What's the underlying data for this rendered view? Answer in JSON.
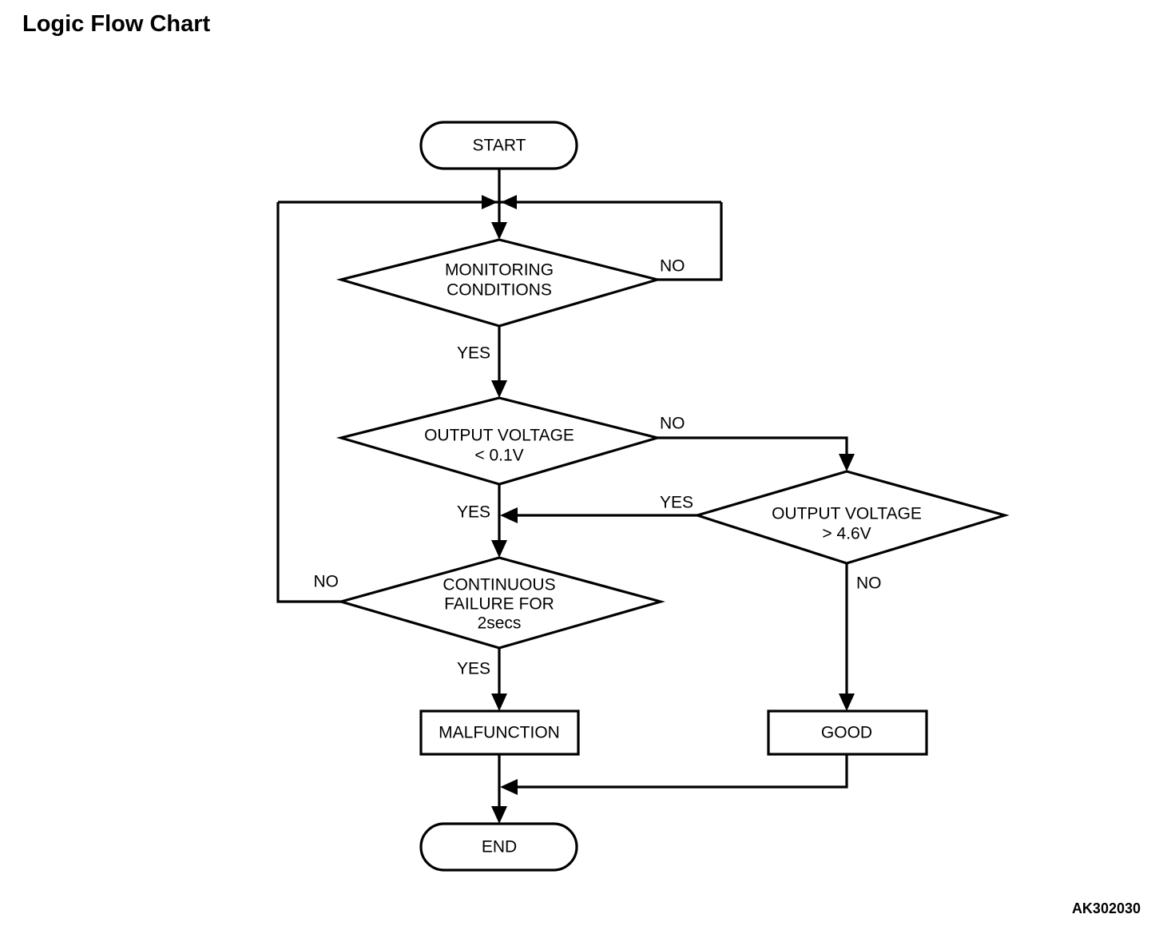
{
  "page": {
    "title": "Logic Flow Chart",
    "figure_code": "AK302030",
    "background_color": "#ffffff",
    "line_color": "#000000"
  },
  "diagram": {
    "type": "flowchart",
    "nodes": [
      {
        "id": "start",
        "shape": "terminator",
        "label": "START"
      },
      {
        "id": "monitor",
        "shape": "decision",
        "label_line1": "MONITORING",
        "label_line2": "CONDITIONS"
      },
      {
        "id": "vlow",
        "shape": "decision",
        "label_line1": "OUTPUT VOLTAGE",
        "label_line2": "< 0.1V"
      },
      {
        "id": "vhigh",
        "shape": "decision",
        "label_line1": "OUTPUT VOLTAGE",
        "label_line2": "> 4.6V"
      },
      {
        "id": "contfail",
        "shape": "decision",
        "label_line1": "CONTINUOUS",
        "label_line2": "FAILURE FOR",
        "label_line3": "2secs"
      },
      {
        "id": "malfunction",
        "shape": "process",
        "label": "MALFUNCTION"
      },
      {
        "id": "good",
        "shape": "process",
        "label": "GOOD"
      },
      {
        "id": "end",
        "shape": "terminator",
        "label": "END"
      }
    ],
    "edge_labels": {
      "monitor_no": "NO",
      "monitor_yes": "YES",
      "vlow_no": "NO",
      "vlow_yes": "YES",
      "vhigh_yes": "YES",
      "vhigh_no": "NO",
      "contfail_no": "NO",
      "contfail_yes": "YES"
    },
    "edges": [
      {
        "from": "start",
        "to": "monitor",
        "label": ""
      },
      {
        "from": "monitor",
        "to": "monitor",
        "label": "NO"
      },
      {
        "from": "monitor",
        "to": "vlow",
        "label": "YES"
      },
      {
        "from": "vlow",
        "to": "vhigh",
        "label": "NO"
      },
      {
        "from": "vlow",
        "to": "contfail",
        "label": "YES"
      },
      {
        "from": "vhigh",
        "to": "contfail",
        "label": "YES"
      },
      {
        "from": "vhigh",
        "to": "good",
        "label": "NO"
      },
      {
        "from": "contfail",
        "to": "monitor",
        "label": "NO"
      },
      {
        "from": "contfail",
        "to": "malfunction",
        "label": "YES"
      },
      {
        "from": "malfunction",
        "to": "end",
        "label": ""
      },
      {
        "from": "good",
        "to": "end",
        "label": ""
      }
    ]
  }
}
